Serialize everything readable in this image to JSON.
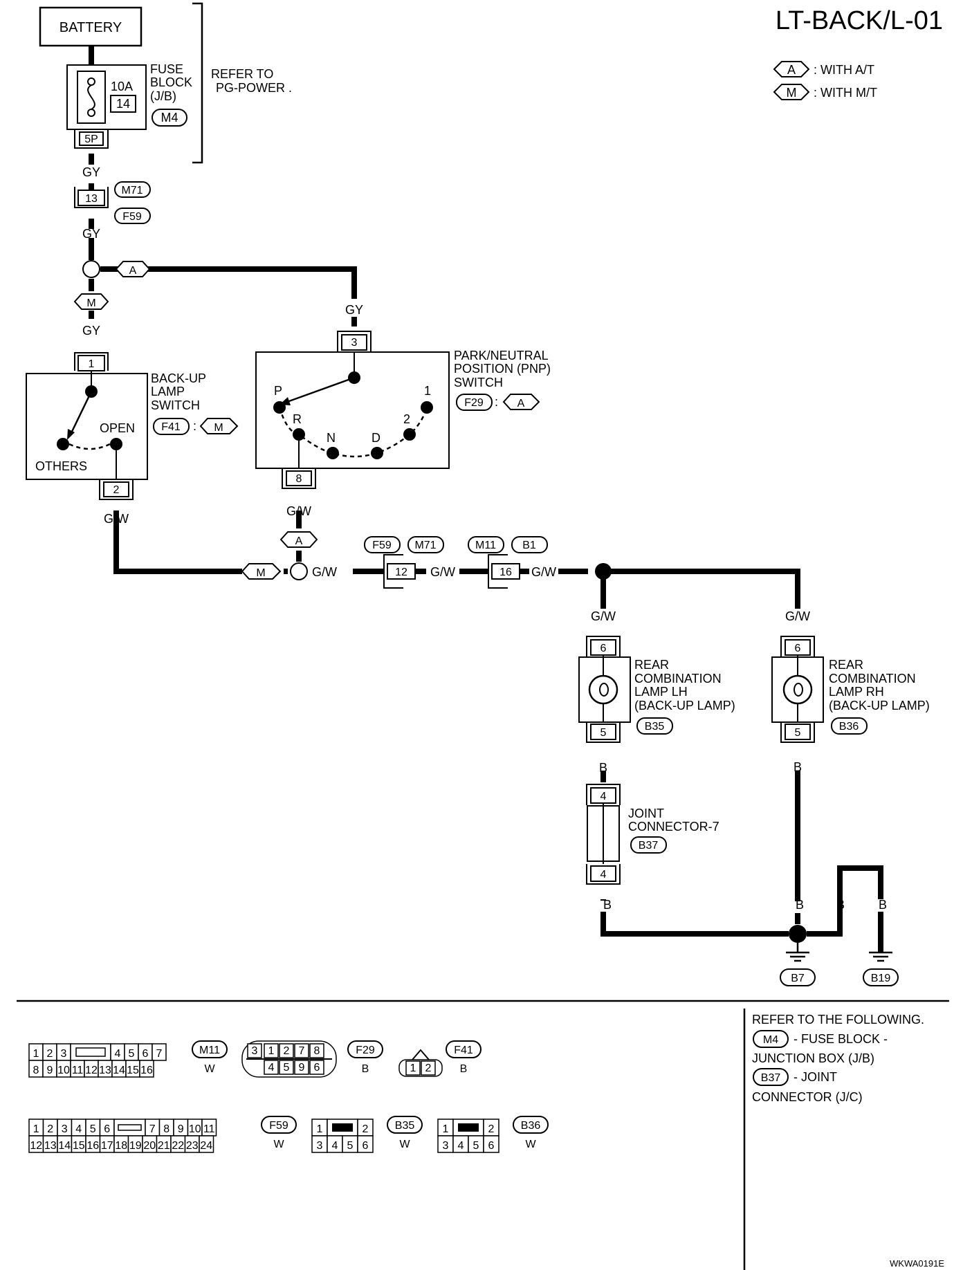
{
  "title": "LT-BACK/L-01",
  "legend": {
    "a_code": "A",
    "a_text": ": WITH A/T",
    "m_code": "M",
    "m_text": ": WITH M/T"
  },
  "battery": "BATTERY",
  "fuse": {
    "amps": "10A",
    "num": "14",
    "label1": "FUSE",
    "label2": "BLOCK",
    "label3": "(J/B)",
    "conn": "M4",
    "pin": "5P"
  },
  "refer": {
    "line1": "REFER TO",
    "line2": "PG-POWER ."
  },
  "wires": {
    "gy": "GY",
    "gw": "G/W",
    "b": "B"
  },
  "conn_m71_f59": {
    "pin": "13",
    "top": "M71",
    "bottom": "F59"
  },
  "branch_a": "A",
  "branch_m": "M",
  "backup_switch": {
    "label1": "BACK-UP",
    "label2": "LAMP",
    "label3": "SWITCH",
    "conn": "F41",
    "cond": "M",
    "pin_in": "1",
    "pin_out": "2",
    "open": "OPEN",
    "others": "OTHERS"
  },
  "pnp_switch": {
    "label1": "PARK/NEUTRAL",
    "label2": "POSITION (PNP)",
    "label3": "SWITCH",
    "conn": "F29",
    "cond": "A",
    "pin_in": "3",
    "pin_out": "8",
    "p": "P",
    "r": "R",
    "n": "N",
    "d": "D",
    "two": "2",
    "one": "1"
  },
  "mid_conns": {
    "m": "M",
    "a": "A",
    "c1_pin": "12",
    "c1_a": "F59",
    "c1_b": "M71",
    "c2_pin": "16",
    "c2_a": "M11",
    "c2_b": "B1"
  },
  "lamp_lh": {
    "label1": "REAR",
    "label2": "COMBINATION",
    "label3": "LAMP LH",
    "label4": "(BACK-UP LAMP)",
    "conn": "B35",
    "pin_top": "6",
    "pin_bottom": "5"
  },
  "lamp_rh": {
    "label1": "REAR",
    "label2": "COMBINATION",
    "label3": "LAMP RH",
    "label4": "(BACK-UP LAMP)",
    "conn": "B36",
    "pin_top": "6",
    "pin_bottom": "5"
  },
  "joint": {
    "label1": "JOINT",
    "label2": "CONNECTOR-7",
    "conn": "B37",
    "pin_top": "4",
    "pin_bottom": "4"
  },
  "grounds": {
    "g1": "B7",
    "g2": "B19"
  },
  "refer_box": {
    "line1": "REFER TO THE FOLLOWING.",
    "m4": "M4",
    "line2": "- FUSE BLOCK -",
    "line3": "JUNCTION BOX (J/B)",
    "b37": "B37",
    "line4": "- JOINT",
    "line5": "CONNECTOR (J/C)"
  },
  "connector_views": {
    "m11": {
      "name": "M11",
      "color": "W",
      "row1": [
        "1",
        "2",
        "3",
        "4",
        "5",
        "6",
        "7"
      ],
      "row2": [
        "8",
        "9",
        "10",
        "11",
        "12",
        "13",
        "14",
        "15",
        "16"
      ]
    },
    "f29": {
      "name": "F29",
      "color": "B",
      "row1": [
        "3",
        "1",
        "2",
        "7",
        "8"
      ],
      "row2": [
        "4",
        "5",
        "9",
        "6"
      ]
    },
    "f41": {
      "name": "F41",
      "color": "B",
      "row1": [
        "1",
        "2"
      ]
    },
    "f59": {
      "name": "F59",
      "color": "W",
      "row1": [
        "1",
        "2",
        "3",
        "4",
        "5",
        "6",
        "7",
        "8",
        "9",
        "10",
        "11"
      ],
      "row2": [
        "12",
        "13",
        "14",
        "15",
        "16",
        "17",
        "18",
        "19",
        "20",
        "21",
        "22",
        "23",
        "24"
      ]
    },
    "b35": {
      "name": "B35",
      "color": "W",
      "row1": [
        "1",
        "2"
      ],
      "row2": [
        "3",
        "4",
        "5",
        "6"
      ]
    },
    "b36": {
      "name": "B36",
      "color": "W",
      "row1": [
        "1",
        "2"
      ],
      "row2": [
        "3",
        "4",
        "5",
        "6"
      ]
    }
  },
  "footer_code": "WKWA0191E"
}
